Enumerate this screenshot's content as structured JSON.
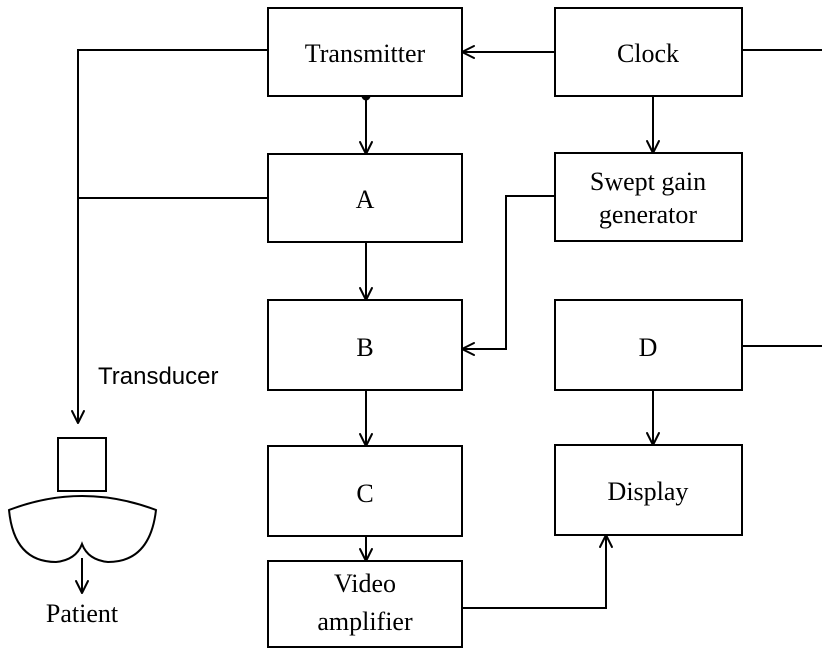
{
  "blocks": {
    "transmitter": "Transmitter",
    "clock": "Clock",
    "a": "A",
    "swept_gain_line1": "Swept gain",
    "swept_gain_line2": "generator",
    "b": "B",
    "d": "D",
    "c": "C",
    "display": "Display",
    "video_amp_line1": "Video",
    "video_amp_line2": "amplifier"
  },
  "labels": {
    "transducer": "Transducer",
    "patient": "Patient"
  },
  "colors": {
    "stroke": "#000000",
    "background": "#ffffff"
  }
}
